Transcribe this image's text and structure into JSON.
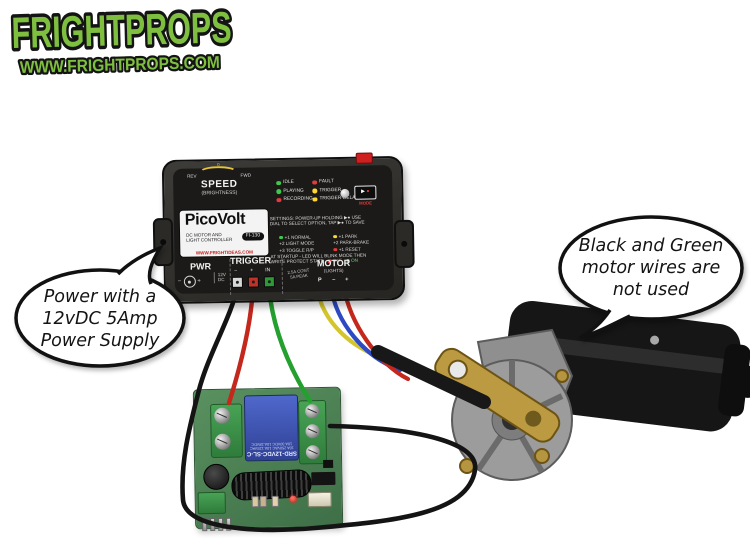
{
  "logo": {
    "title": "FRIGHTPROPS",
    "url": "WWW.FRIGHTPROPS.COM",
    "color": "#7fbf3f"
  },
  "bubbles": {
    "power": {
      "line1": "Power with a",
      "line2": "12vDC 5Amp",
      "line3": "Power Supply"
    },
    "motor": {
      "line1": "Black and Green",
      "line2": "motor wires are",
      "line3": "not used"
    }
  },
  "controller": {
    "brand": "PicoVolt",
    "subtitle_line1": "DC MOTOR AND",
    "subtitle_line2": "LIGHT CONTROLLER",
    "model": "FI-130",
    "website": "WWW.FRIGHTIDEAS.COM",
    "dial": {
      "left": "REV",
      "zero": "0",
      "right": "FWD",
      "label": "SPEED",
      "sublabel": "(BRIGHTNESS)"
    },
    "leds_left": [
      {
        "label": "IDLE",
        "color": "#3ec94a"
      },
      {
        "label": "PLAYING",
        "color": "#3ec94a"
      },
      {
        "label": "RECORDING",
        "color": "#e23b3b"
      }
    ],
    "leds_right": [
      {
        "label": "FAULT",
        "color": "#e23b3b"
      },
      {
        "label": "TRIGGER",
        "color": "#ffd72e"
      },
      {
        "label": "TRIGGER-DELAY",
        "color": "#ffd72e"
      }
    ],
    "mode_button": {
      "play": "▶",
      "rec": "●",
      "label": "MODE"
    },
    "settings": {
      "line1": "SETTINGS:  POWER-UP HOLDING ▶● USE",
      "line2": "DIAL TO SELECT OPTION, TAP ▶● TO SAVE",
      "options_a": [
        "+1 NORMAL",
        "+2 LIGHT MODE",
        "+3 TOGGLE R/P"
      ],
      "options_b": [
        "+1 PARK",
        "+2 PARK-BRAKE"
      ],
      "options_c": [
        "+1 RESET"
      ],
      "startup_line1": "AT STARTUP - LED WILL BLINK MODE THEN",
      "startup_line2": "WRITE PROTECT STATE",
      "off": "OFF",
      "on": "ON"
    },
    "pwr": {
      "label": "PWR",
      "minus": "−",
      "plus": "+",
      "voltage": "12V",
      "dc": "DC"
    },
    "trigger": {
      "label": "TRIGGER",
      "terminals": [
        "−",
        "+",
        "IN"
      ]
    },
    "rating": {
      "line1": "2.5A CONT",
      "line2": "5A PEAK"
    },
    "motor_out": {
      "label": "MOTOR",
      "sublabel": "(LIGHTS)",
      "terminals": [
        "P",
        "−",
        "+"
      ]
    }
  },
  "relay_board": {
    "relay_label": "SRD-12VDC-SL-C",
    "rating_line1": "10A 250VAC  10A 125VAC",
    "rating_line2": "10A 30VDC   10A 28VDC"
  },
  "wires": {
    "colors": {
      "power_negative": "#141414",
      "power_positive": "#c4271c",
      "trigger_in": "#23a02e",
      "motor_p": "#d3c52b",
      "motor_minus": "#2d49c4",
      "motor_plus": "#c4271c"
    }
  }
}
